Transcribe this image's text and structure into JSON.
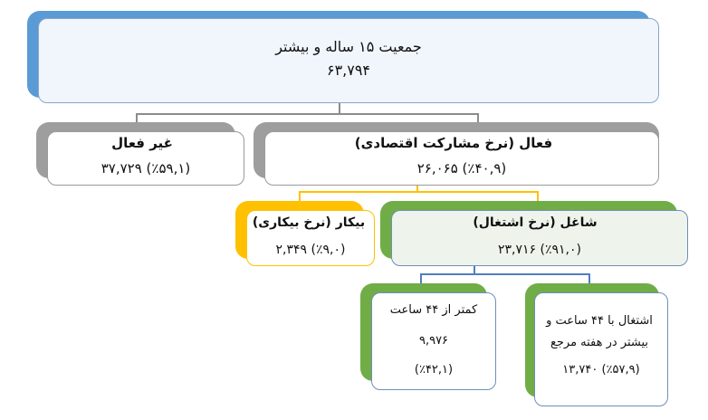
{
  "root": {
    "title": "جمعیت ۱۵ ساله و بیشتر",
    "value": "۶۳,۷۹۴"
  },
  "inactive": {
    "title": "غیر فعال",
    "value": "(٪۵۹,۱) ۳۷,۷۲۹"
  },
  "active": {
    "title": "فعال (نرخ مشارکت اقتصادی)",
    "value": "(٪۴۰,۹) ۲۶,۰۶۵"
  },
  "unemployed": {
    "title": "بیکار (نرخ بیکاری)",
    "value": "(٪۹,۰)  ۲,۳۴۹"
  },
  "employed": {
    "title": "شاغل (نرخ اشتغال)",
    "value": "(٪۹۱,۰) ۲۳,۷۱۶"
  },
  "less44": {
    "line1": "کمتر از ۴۴ ساعت",
    "value": "۹,۹۷۶",
    "pct": "(٪۴۲,۱)"
  },
  "more44": {
    "line1": "اشتغال با ۴۴ ساعت و",
    "line2": "بیشتر در هفته مرجع",
    "value": "(٪۵۷,۹) ۱۳,۷۴۰"
  },
  "colors": {
    "blue": "#5b9bd5",
    "gray": "#9e9e9e",
    "gold": "#ffc000",
    "green": "#70ad47"
  }
}
